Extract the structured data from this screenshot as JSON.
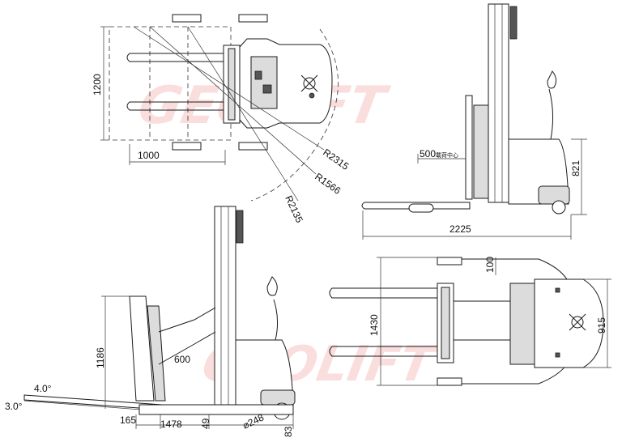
{
  "watermark": "GEOLIFT",
  "views": {
    "top_left": {
      "dims": {
        "width": "1200",
        "length": "1000",
        "r1": "R2315",
        "r2": "R1566",
        "r3": "R2135"
      }
    },
    "side_right": {
      "dims": {
        "height": "821",
        "length": "2225",
        "load_center": "500",
        "load_center_suffix": "載荷中心"
      }
    },
    "side_left": {
      "dims": {
        "mast_height": "1186",
        "tilt_up": "4.0°",
        "tilt_down": "3.0°",
        "fork_thick": "165",
        "wheelbase": "1478",
        "offset": "49",
        "wheel": "⌀248",
        "ground": "83",
        "reach": "600"
      }
    },
    "top_right": {
      "dims": {
        "width": "1430",
        "body_width": "915",
        "fork_width": "100"
      }
    }
  }
}
